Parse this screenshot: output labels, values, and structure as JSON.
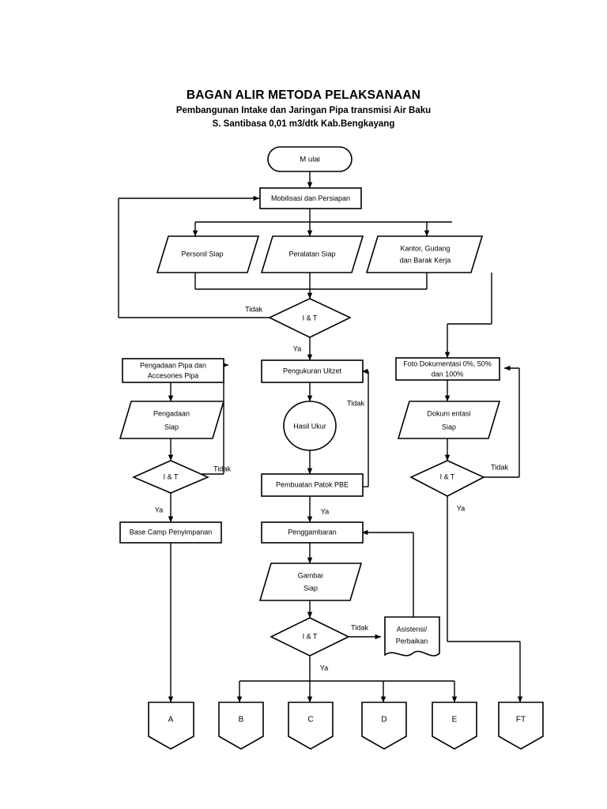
{
  "header": {
    "title": "BAGAN ALIR METODA PELAKSANAAN",
    "subtitle1": "Pembangunan Intake dan Jaringan Pipa transmisi Air Baku",
    "subtitle2": "S. Santibasa 0,01 m3/dtk Kab.Bengkayang"
  },
  "diagram": {
    "type": "flowchart",
    "orientation": "top-down",
    "nodes": {
      "start": {
        "label": "M ulai",
        "shape": "terminator"
      },
      "mobilisasi": {
        "label": "Mobilisasi dan Persiapan",
        "shape": "process"
      },
      "personil_siap": {
        "label": "Personil Siap",
        "shape": "data"
      },
      "peralatan_siap": {
        "label": "Peralatan Siap",
        "shape": "data"
      },
      "kantor_gudang": {
        "label_line1": "Kantor, Gudang",
        "label_line2": "dan Barak Kerja",
        "shape": "data"
      },
      "decision_1": {
        "label": "I & T",
        "shape": "decision"
      },
      "pengadaan_pipa": {
        "label_line1": "Pengadaan Pipa dan",
        "label_line2": "Accesories Pipa",
        "shape": "process"
      },
      "pengukuran_uitzet": {
        "label": "Pengukuran Uitzet",
        "shape": "process"
      },
      "foto_dokumentasi": {
        "label_line1": "Foto Dokumentasi 0%,  50%",
        "label_line2": "dan 100%",
        "shape": "process"
      },
      "pengadaan_siap": {
        "label_line1": "Pengadaan",
        "label_line2": "Siap",
        "shape": "data"
      },
      "hasil_ukur": {
        "label": "Hasil Ukur",
        "shape": "circle"
      },
      "dokumentasi_siap": {
        "label_line1": "Dokum entasi",
        "label_line2": "Siap",
        "shape": "data"
      },
      "decision_2": {
        "label": "I  & T",
        "shape": "decision"
      },
      "pembuatan_patok": {
        "label": "Pembuatan Patok PBE",
        "shape": "process"
      },
      "decision_3": {
        "label": "I & T",
        "shape": "decision"
      },
      "base_camp": {
        "label": "Base Camp Penyimpanan",
        "shape": "process"
      },
      "penggambaran": {
        "label": "Penggambaran",
        "shape": "process"
      },
      "gambar_siap": {
        "label_line1": "Gambar",
        "label_line2": "Siap",
        "shape": "data"
      },
      "decision_4": {
        "label": "I  & T",
        "shape": "decision"
      },
      "asistensi": {
        "label_line1": "Asistensi/",
        "label_line2": "Perbaikan",
        "shape": "document"
      }
    },
    "edge_labels": {
      "tidak_1": "Tidak",
      "ya_1": "Ya",
      "tidak_2": "Tidak",
      "ya_2": "Ya",
      "tidak_3": "Tidak",
      "ya_3": "Ya",
      "tidak_4": "Tidak",
      "ya_4": "Ya",
      "tidak_5": "Tidak",
      "ya_5": "Ya"
    },
    "connectors": [
      {
        "id": "conn-a",
        "label": "A"
      },
      {
        "id": "conn-b",
        "label": "B"
      },
      {
        "id": "conn-c",
        "label": "C"
      },
      {
        "id": "conn-d",
        "label": "D"
      },
      {
        "id": "conn-e",
        "label": "E"
      },
      {
        "id": "conn-ft",
        "label": "FT"
      }
    ],
    "colors": {
      "stroke": "#000000",
      "fill": "#ffffff",
      "background": "#ffffff"
    }
  }
}
